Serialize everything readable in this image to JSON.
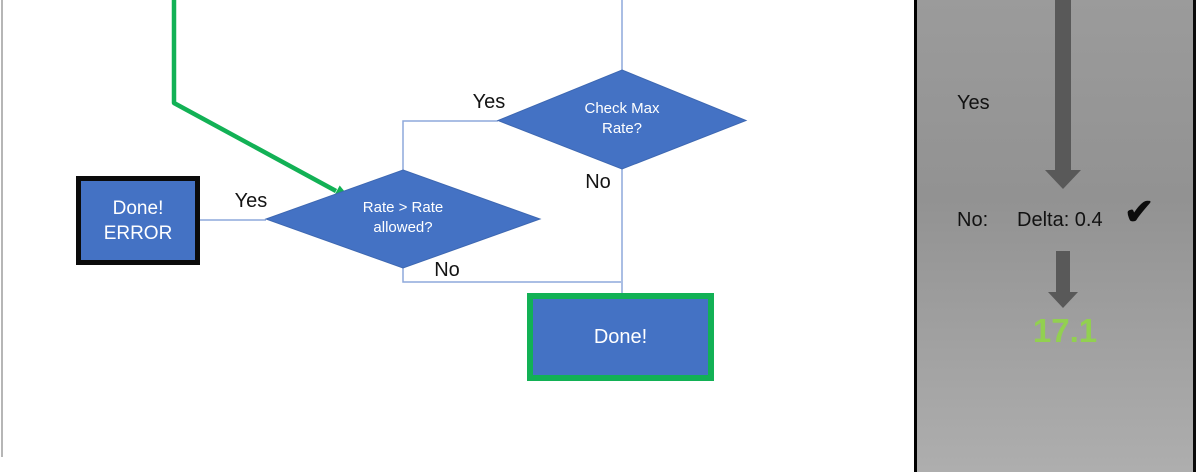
{
  "flowchart": {
    "nodes": {
      "check_max": {
        "line1": "Check Max",
        "line2": "Rate?"
      },
      "rate_allowed": {
        "line1": "Rate > Rate",
        "line2": "allowed?"
      },
      "done_error": {
        "line1": "Done!",
        "line2": "ERROR"
      },
      "done": {
        "label": "Done!"
      }
    },
    "edge_labels": {
      "check_max_yes": "Yes",
      "check_max_no": "No",
      "rate_allowed_yes": "Yes",
      "rate_allowed_no": "No"
    }
  },
  "side_panel": {
    "yes_label": "Yes",
    "no_row_label": "No:",
    "delta_label": "Delta: 0.4",
    "checkmark": "✔",
    "result_value": "17.1"
  },
  "colors": {
    "node_fill": "#4472C4",
    "connector_blue": "#8EA9DB",
    "accent_green": "#12B155",
    "result_green": "#92D050",
    "arrow_gray": "#595959",
    "panel_gray": "#989898"
  }
}
